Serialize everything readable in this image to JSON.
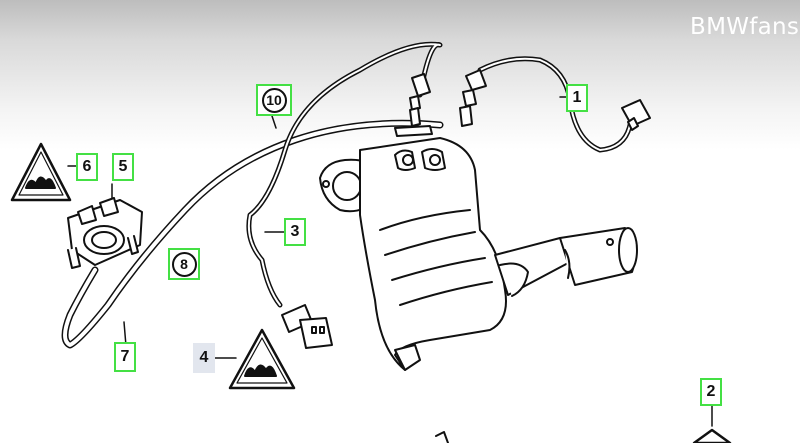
{
  "watermark": "BMWfans",
  "callouts": [
    {
      "id": "1",
      "label": "1"
    },
    {
      "id": "2",
      "label": "2"
    },
    {
      "id": "3",
      "label": "3"
    },
    {
      "id": "4",
      "label": "4"
    },
    {
      "id": "5",
      "label": "5"
    },
    {
      "id": "6",
      "label": "6"
    },
    {
      "id": "7",
      "label": "7"
    },
    {
      "id": "8",
      "label": "8"
    },
    {
      "id": "10",
      "label": "10"
    }
  ],
  "colors": {
    "highlight": "#44e044",
    "line": "#111111",
    "plain_label_bg": "#e2e6ee"
  },
  "icons": [
    "hot-surface-warning-icon"
  ]
}
